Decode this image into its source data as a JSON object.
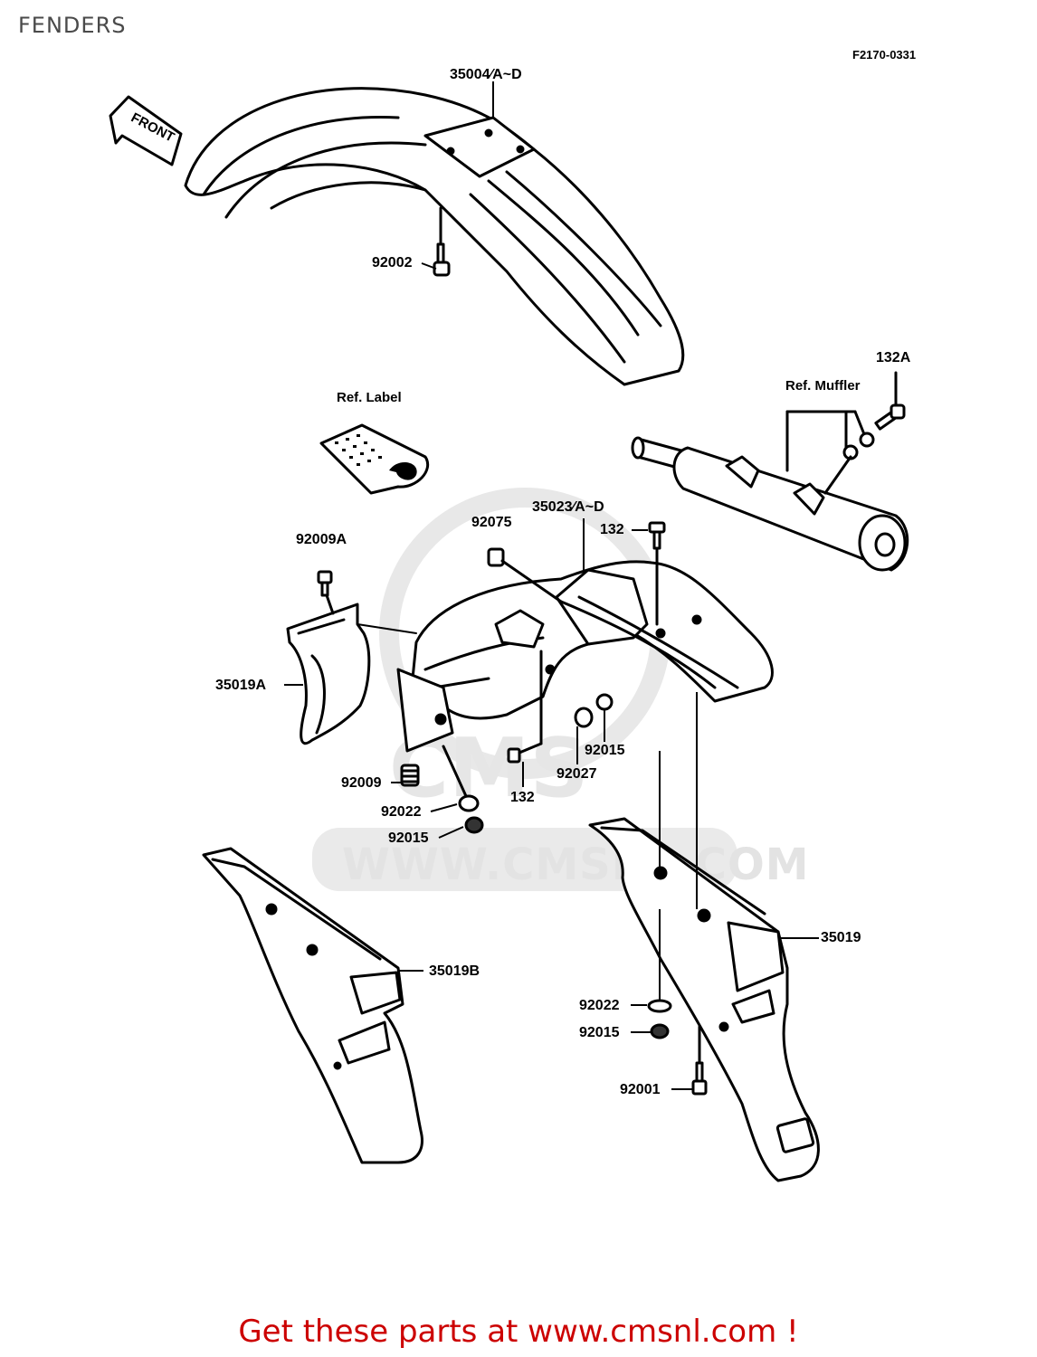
{
  "page": {
    "title": "FENDERS",
    "diagram_code": "F2170-0331",
    "footer_cta": "Get these parts at www.cmsnl.com !"
  },
  "watermark": {
    "text": "WWW.CMSNL.COM",
    "logo": "CMS"
  },
  "direction_arrow": {
    "text": "FRONT"
  },
  "references": {
    "label": "Ref. Label",
    "muffler": "Ref. Muffler"
  },
  "parts": {
    "front_fender": "35004⁄A~D",
    "front_fender_bolt": "92002",
    "rear_fender": "35023⁄A~D",
    "muffler_bolt": "132A",
    "grommet_top": "92075",
    "bolt_top": "132",
    "bolt_screw": "92009A",
    "mud_flap": "35019A",
    "spring_nut": "92009",
    "washer_left": "92022",
    "nut_left": "92015",
    "bolt_mid": "132",
    "collar": "92027",
    "nut_mid": "92015",
    "rear_flap_right": "35019",
    "rear_flap_left": "35019B",
    "washer_right": "92022",
    "nut_right": "92015",
    "bolt_bottom": "92001"
  },
  "colors": {
    "line": "#000000",
    "footer": "#cc0000",
    "watermark": "#e3e3e3"
  }
}
